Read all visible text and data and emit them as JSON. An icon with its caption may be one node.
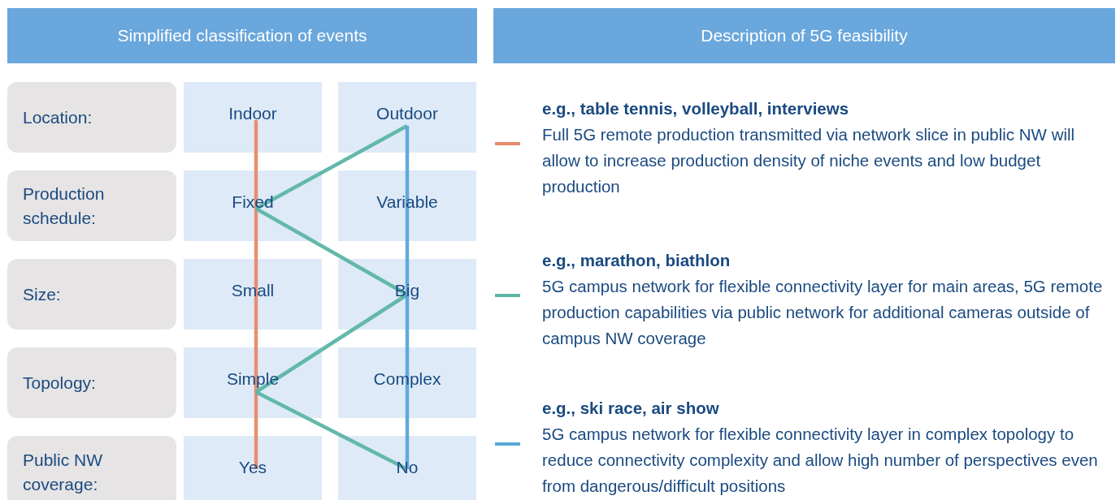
{
  "diagram": {
    "nodes": [
      {
        "text": [
          "Simplified classification of events"
        ]
      },
      {
        "text": [
          "Description of 5G feasibility"
        ]
      },
      {
        "text": [
          "Location:"
        ]
      },
      {
        "text": [
          "Indoor"
        ]
      },
      {
        "text": [
          "Outdoor"
        ]
      },
      {
        "text": [
          "Production schedule:"
        ]
      },
      {
        "text": [
          "Fixed"
        ]
      },
      {
        "text": [
          "Variable"
        ]
      },
      {
        "text": [
          "Size:"
        ]
      },
      {
        "text": [
          "Small"
        ]
      },
      {
        "text": [
          "Big"
        ]
      },
      {
        "text": [
          "Topology:"
        ]
      },
      {
        "text": [
          "Simple"
        ]
      },
      {
        "text": [
          "Complex"
        ]
      },
      {
        "text": [
          "Public NW coverage:"
        ]
      },
      {
        "text": [
          "Yes"
        ]
      },
      {
        "text": [
          "No"
        ]
      }
    ],
    "edges": [
      {
        "from": 3,
        "to": 6,
        "arrow": "none",
        "color": "#e8896a"
      },
      {
        "from": 6,
        "to": 9,
        "arrow": "none",
        "color": "#e8896a"
      },
      {
        "from": 9,
        "to": 12,
        "arrow": "none",
        "color": "#e8896a"
      },
      {
        "from": 12,
        "to": 15,
        "arrow": "none",
        "color": "#e8896a"
      },
      {
        "from": 4,
        "to": 6,
        "arrow": "none",
        "color": "#5bb5a5"
      },
      {
        "from": 6,
        "to": 10,
        "arrow": "none",
        "color": "#5bb5a5"
      },
      {
        "from": 10,
        "to": 12,
        "arrow": "none",
        "color": "#5bb5a5"
      },
      {
        "from": 12,
        "to": 16,
        "arrow": "none",
        "color": "#5bb5a5"
      },
      {
        "from": 4,
        "to": 7,
        "arrow": "none",
        "color": "#5aa6d8"
      },
      {
        "from": 7,
        "to": 10,
        "arrow": "none",
        "color": "#5aa6d8"
      },
      {
        "from": 10,
        "to": 13,
        "arrow": "none",
        "color": "#5aa6d8"
      },
      {
        "from": 13,
        "to": 16,
        "arrow": "none",
        "color": "#5aa6d8"
      }
    ],
    "labels": [
      "Full 5G remote production transmitted via network slice in public NW will allow to increase production density of niche events and low budget production",
      "5G campus network for flexible connectivity layer for main areas, 5G remote production capabilities via public network for additional cameras outside of campus NW coverage",
      "5G campus network for flexible connectivity layer in complex topology to reduce connectivity complexity and allow high number of perspectives even from dangerous/difficult positions"
    ],
    "legend": [
      {
        "text": "e.g., table tennis, volleyball, interviews",
        "color": "#e8896a"
      },
      {
        "text": "e.g., marathon, biathlon",
        "color": "#5bb5a5"
      },
      {
        "text": "e.g., ski race, air show",
        "color": "#5aa6d8"
      }
    ]
  }
}
